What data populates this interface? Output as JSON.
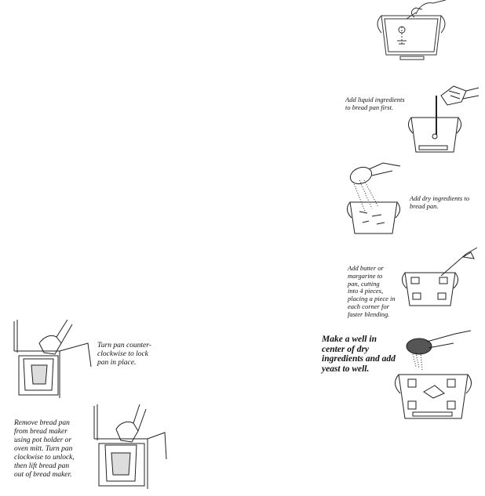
{
  "captions": {
    "liquid": [
      "Add liquid ingredients",
      "to bread pan first."
    ],
    "dry": [
      "Add dry ingredients to",
      "bread pan."
    ],
    "butter": [
      "Add butter or",
      "margarine to",
      "pan, cutting",
      "into 4 pieces,",
      "placing a piece in",
      "each corner for",
      "faster blending."
    ],
    "yeast": [
      "Make a well in",
      "center of dry",
      "ingredients and add",
      "yeast to well."
    ],
    "lock": [
      "Turn pan counter-",
      "clockwise to lock",
      "pan in place."
    ],
    "remove": [
      "Remove bread pan",
      "from bread maker",
      "using pot holder or",
      "oven mitt. Turn pan",
      "clockwise to unlock,",
      "then lift bread pan",
      "out of bread maker."
    ]
  },
  "figures": [
    {
      "name": "bread-pan-insert-kneading-blade"
    },
    {
      "name": "bread-pan-pour-liquid"
    },
    {
      "name": "bread-pan-add-dry"
    },
    {
      "name": "bread-pan-add-butter"
    },
    {
      "name": "bread-pan-add-yeast"
    },
    {
      "name": "bread-pan-lock-in-maker"
    },
    {
      "name": "bread-pan-remove-from-maker"
    }
  ]
}
